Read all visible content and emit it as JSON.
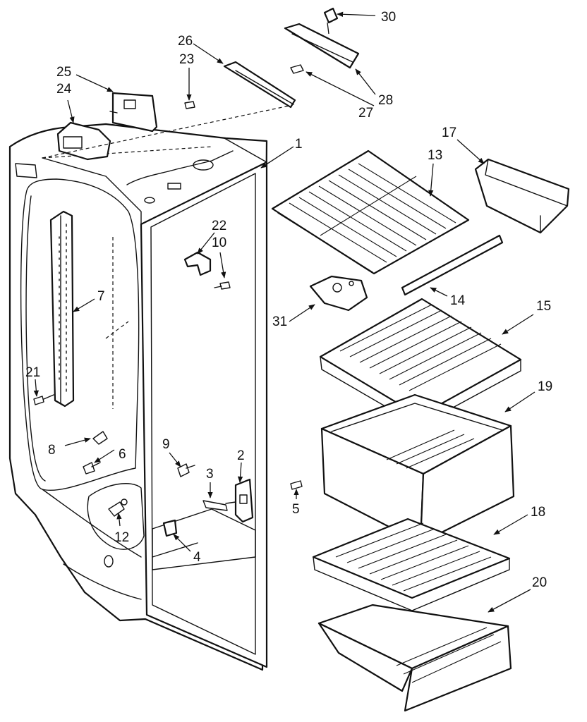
{
  "colors": {
    "ink": "#111111",
    "paper": "#ffffff"
  },
  "callouts": {
    "c1": "1",
    "c2": "2",
    "c3": "3",
    "c4": "4",
    "c5": "5",
    "c6": "6",
    "c7": "7",
    "c8": "8",
    "c9": "9",
    "c10": "10",
    "c12": "12",
    "c13": "13",
    "c14": "14",
    "c15": "15",
    "c17": "17",
    "c18": "18",
    "c19": "19",
    "c20": "20",
    "c21": "21",
    "c22": "22",
    "c23": "23",
    "c24": "24",
    "c25": "25",
    "c26": "26",
    "c27": "27",
    "c28": "28",
    "c30": "30",
    "c31": "31"
  }
}
